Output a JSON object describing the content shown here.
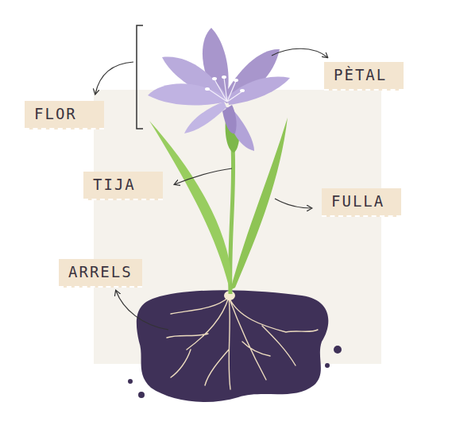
{
  "diagram": {
    "labels": [
      "FLOR",
      "PÈTAL",
      "TIJA",
      "FULLA",
      "ARRELS"
    ]
  }
}
